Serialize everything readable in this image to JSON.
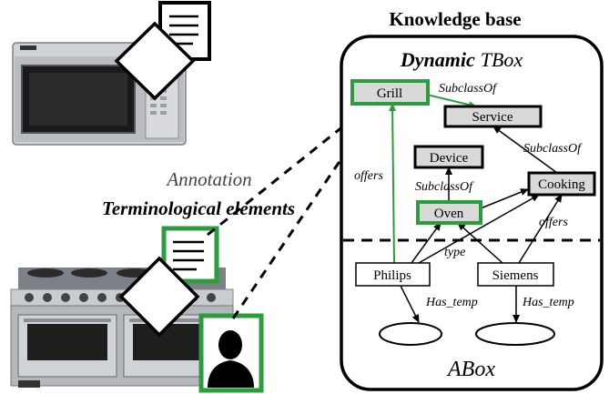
{
  "kb_title": "Knowledge base",
  "tbox_title_bold": "Dynamic",
  "tbox_title_rest": "TBox",
  "abox_title": "ABox",
  "annotation_label": "Annotation",
  "terminological_label": "Terminological elements",
  "nodes": {
    "grill": "Grill",
    "service": "Service",
    "device": "Device",
    "cooking": "Cooking",
    "oven": "Oven",
    "philips": "Philips",
    "siemens": "Siemens"
  },
  "edges": {
    "subclassof_grill_service": "SubclassOf",
    "subclassof_cooking_service": "SubclassOf",
    "subclassof_oven_device": "SubclassOf",
    "offers_philips_grill": "offers",
    "offers_siemens_cooking": "offers",
    "type": "type",
    "has_temp_philips": "Has_temp",
    "has_temp_siemens": "Has_temp"
  },
  "colors": {
    "accent_green": "#2a9d3c",
    "node_fill": "#d9d9d9",
    "stroke": "#000000"
  },
  "icons": [
    "microwave-icon",
    "document-icon",
    "stove-icon",
    "person-silhouette-icon"
  ]
}
